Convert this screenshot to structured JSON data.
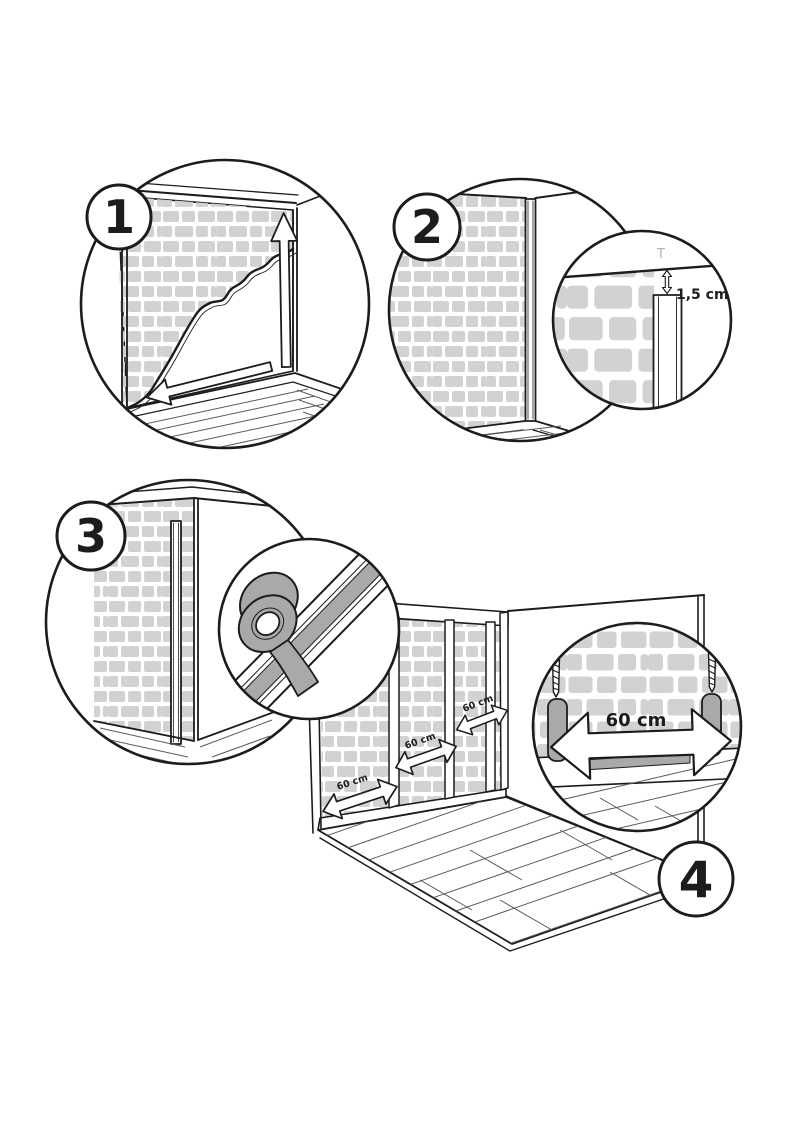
{
  "colors": {
    "line": "#1c1c1c",
    "brick": "#d2d2d2",
    "gray": "#a9a9a9",
    "floor_line": "#5a5a5a",
    "faint": "#b3b3b3",
    "background": "#ffffff"
  },
  "steps": [
    {
      "badge": "1"
    },
    {
      "badge": "2",
      "detail": {
        "ceiling_mark": "T",
        "gap_label": "1,5 cm"
      }
    },
    {
      "badge": "3"
    },
    {
      "badge": "4",
      "wall_arrow_labels": [
        "60 cm",
        "60 cm",
        "60 cm"
      ],
      "detail": {
        "spacing_label": "60 cm"
      }
    }
  ],
  "icons": {
    "tape_roll": "gray roll applying strip to rail",
    "screw": "countersunk screw with thread",
    "wall_plug": "gray anchor plug",
    "measure_arrow": "double-headed outline arrow",
    "peel_arrow": "single-headed outline arrow"
  }
}
